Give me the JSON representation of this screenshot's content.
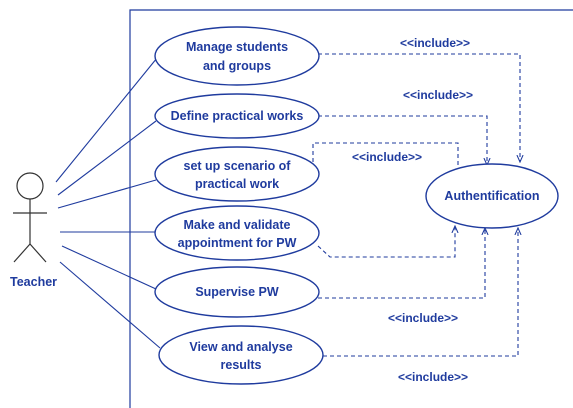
{
  "actor": {
    "name": "Teacher"
  },
  "use_cases": [
    {
      "id": "manage",
      "lines": [
        "Manage students",
        "and groups"
      ]
    },
    {
      "id": "define",
      "lines": [
        "Define practical works"
      ]
    },
    {
      "id": "scenario",
      "lines": [
        "set up scenario of",
        "practical work"
      ]
    },
    {
      "id": "appointment",
      "lines": [
        "Make and validate",
        "appointment for PW"
      ]
    },
    {
      "id": "supervise",
      "lines": [
        "Supervise PW"
      ]
    },
    {
      "id": "analyse",
      "lines": [
        "View  and analyse",
        "results"
      ]
    }
  ],
  "auth": {
    "label": "Authentification"
  },
  "include_label": "<<include>>"
}
